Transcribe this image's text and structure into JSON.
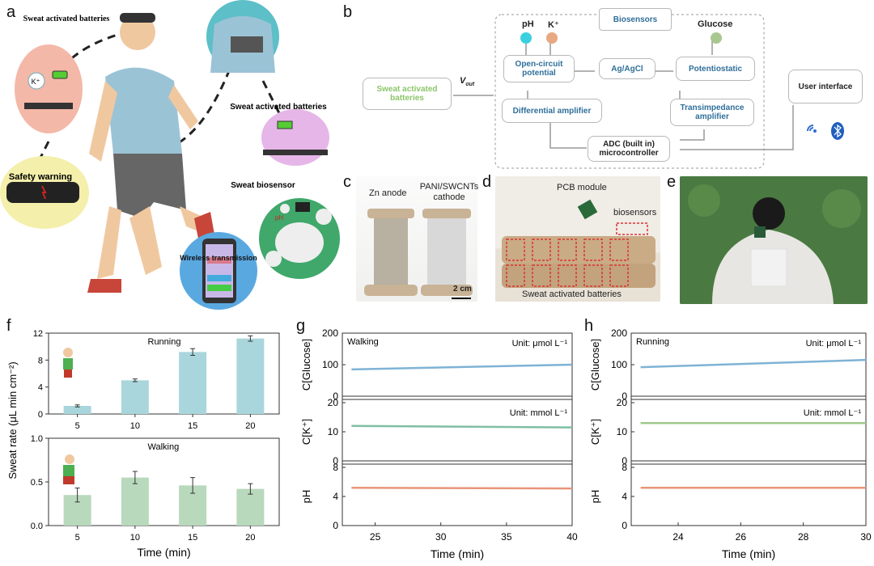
{
  "panels": {
    "a": "a",
    "b": "b",
    "c": "c",
    "d": "d",
    "e": "e",
    "f": "f",
    "g": "g",
    "h": "h"
  },
  "panel_a": {
    "sweat_batteries_top": "Sweat activated batteries",
    "sweat_batteries_right": "Sweat activated batteries",
    "safety_warning": "Safety warning",
    "sweat_biosensor": "Sweat biosensor",
    "wireless": "Wireless transmission",
    "k_plus": "K⁺",
    "ph": "pH"
  },
  "panel_b": {
    "biosensors": "Biosensors",
    "ph": "pH",
    "k": "K⁺",
    "glucose": "Glucose",
    "ocp": "Open-circuit potential",
    "agagcl": "Ag/AgCl",
    "potentiostatic": "Potentiostatic",
    "diff_amp": "Differential amplifier",
    "transimpedance": "Transimpedance amplifier",
    "adc": "ADC (built in) microcontroller",
    "batteries": "Sweat activated batteries",
    "vout": "V",
    "vout_sub": "out",
    "ui": "User interface",
    "colors": {
      "ph": "#3ad0e0",
      "k": "#e8a882",
      "glucose": "#a8c890",
      "batt_text": "#8cc56a",
      "box_text": "#2f6f9a"
    }
  },
  "panel_c": {
    "zn": "Zn anode",
    "pani": "PANI/SWCNTs cathode",
    "scale": "2 cm"
  },
  "panel_d": {
    "pcb": "PCB module",
    "biosensors": "biosensors",
    "batteries": "Sweat activated batteries"
  },
  "chart_data": [
    {
      "id": "f_running",
      "type": "bar",
      "title": "Running",
      "categories": [
        "5",
        "10",
        "15",
        "20"
      ],
      "values": [
        1.2,
        5.0,
        9.2,
        11.2
      ],
      "errors": [
        0.15,
        0.2,
        0.5,
        0.4
      ],
      "ylim": [
        0,
        12
      ],
      "yticks": [
        "0",
        "4",
        "8",
        "12"
      ],
      "color": "#a9d6dc"
    },
    {
      "id": "f_walking",
      "type": "bar",
      "title": "Walking",
      "categories": [
        "5",
        "10",
        "15",
        "20"
      ],
      "values": [
        0.35,
        0.55,
        0.46,
        0.42
      ],
      "errors": [
        0.08,
        0.07,
        0.09,
        0.06
      ],
      "ylim": [
        0,
        1.0
      ],
      "yticks": [
        "0.0",
        "0.5",
        "1.0"
      ],
      "color": "#b9d9bc",
      "xlabel": "Time (min)"
    },
    {
      "id": "g",
      "type": "line",
      "title": "Walking",
      "xlim": [
        22.5,
        40
      ],
      "xticks": [
        "25",
        "30",
        "35",
        "40"
      ],
      "xlabel": "Time (min)",
      "series": [
        {
          "axis": "C[Glucose]",
          "unit": "Unit: μmol L⁻¹",
          "values_start": 85,
          "values_end": 100,
          "ylim": [
            0,
            200
          ],
          "yticks": [
            "0",
            "100",
            "200"
          ],
          "color": "#7fb3d5"
        },
        {
          "axis": "C[K⁺]",
          "unit": "Unit: mmol L⁻¹",
          "values_start": 12,
          "values_end": 11.5,
          "ylim": [
            0,
            20
          ],
          "yticks": [
            "0",
            "10",
            "20"
          ],
          "color": "#7fbfa3"
        },
        {
          "axis": "pH",
          "values_start": 5.2,
          "values_end": 5.1,
          "ylim": [
            0,
            8
          ],
          "yticks": [
            "0",
            "4",
            "8"
          ],
          "color": "#e8957a"
        }
      ]
    },
    {
      "id": "h",
      "type": "line",
      "title": "Running",
      "xlim": [
        22.5,
        30
      ],
      "xticks": [
        "24",
        "26",
        "28",
        "30"
      ],
      "xlabel": "Time (min)",
      "series": [
        {
          "axis": "C[Glucose]",
          "unit": "Unit: μmol L⁻¹",
          "values_start": 92,
          "values_end": 115,
          "ylim": [
            0,
            200
          ],
          "yticks": [
            "0",
            "100",
            "200"
          ],
          "color": "#7fb3d5"
        },
        {
          "axis": "C[K⁺]",
          "unit": "Unit: mmol L⁻¹",
          "values_start": 13,
          "values_end": 13,
          "ylim": [
            0,
            20
          ],
          "yticks": [
            "0",
            "10",
            "20"
          ],
          "color": "#9fc88a"
        },
        {
          "axis": "pH",
          "values_start": 5.2,
          "values_end": 5.2,
          "ylim": [
            0,
            8
          ],
          "yticks": [
            "0",
            "4",
            "8"
          ],
          "color": "#e8957a"
        }
      ]
    }
  ],
  "panel_f_ylabel": "Sweat rate (μL min cm⁻²)"
}
